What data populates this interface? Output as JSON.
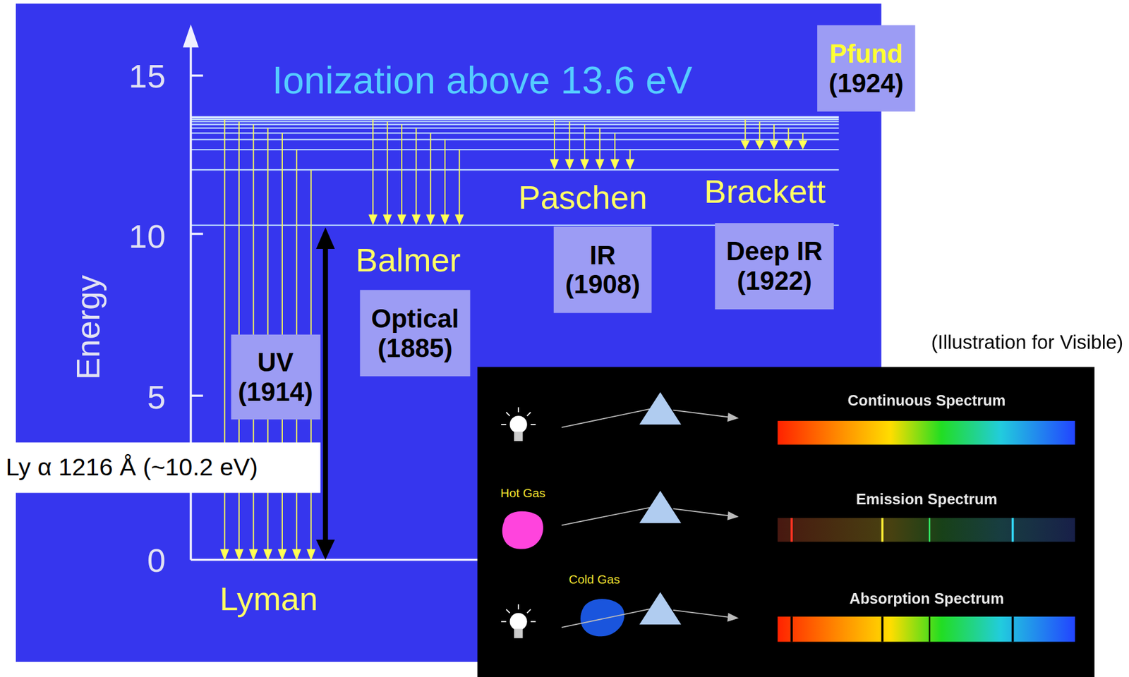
{
  "diagram": {
    "nodes": [
      {
        "text": [
          "Pfund",
          "(1924)"
        ]
      },
      {
        "text": [
          "IR",
          "(1908)"
        ]
      },
      {
        "text": [
          "Deep IR",
          "(1922)"
        ]
      },
      {
        "text": [
          "Optical",
          "(1885)"
        ]
      },
      {
        "text": [
          "UV",
          "(1914)"
        ]
      },
      {
        "text": [
          "Ly α 1216 Å (~10.2 eV)"
        ]
      }
    ],
    "labels": [
      "15",
      "Ionization above 13.6 eV",
      "10",
      "Paschen",
      "Brackett",
      "Balmer",
      "Energy",
      "5",
      "(Illustration for Visible)",
      "Continuous Spectrum",
      "Hot Gas",
      "Emission Spectrum",
      "0",
      "Cold Gas",
      "Absorption Spectrum",
      "Lyman"
    ]
  }
}
